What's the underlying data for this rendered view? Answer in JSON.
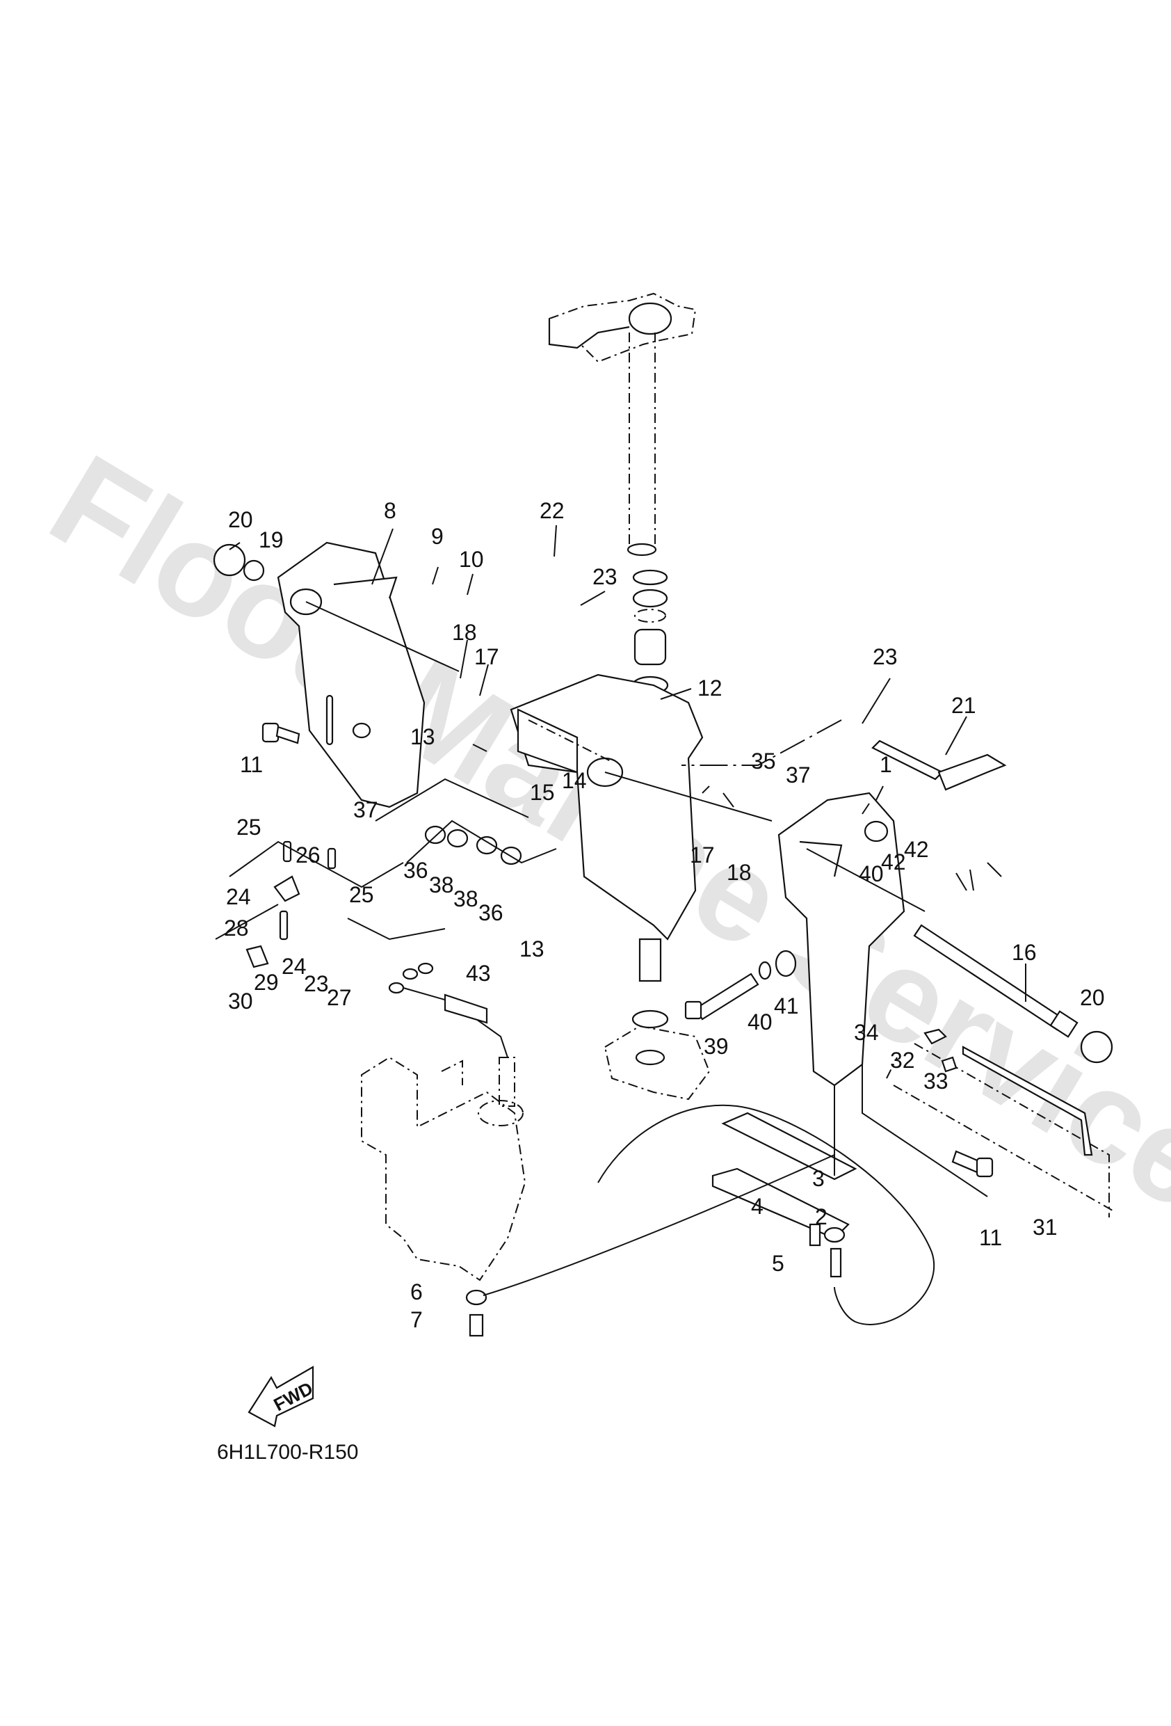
{
  "watermark": "Flood Marine Services",
  "diagram_code": "6H1L700-R150",
  "direction_arrow": "FWD",
  "colors": {
    "ink": "#111111",
    "watermark": "#e4e4e4",
    "background": "#ffffff"
  },
  "callouts": [
    {
      "id": "c20a",
      "num": "20"
    },
    {
      "id": "c19",
      "num": "19"
    },
    {
      "id": "c8",
      "num": "8"
    },
    {
      "id": "c9",
      "num": "9"
    },
    {
      "id": "c10",
      "num": "10"
    },
    {
      "id": "c22",
      "num": "22"
    },
    {
      "id": "c23a",
      "num": "23"
    },
    {
      "id": "c18a",
      "num": "18"
    },
    {
      "id": "c17a",
      "num": "17"
    },
    {
      "id": "c12",
      "num": "12"
    },
    {
      "id": "c23b",
      "num": "23"
    },
    {
      "id": "c21",
      "num": "21"
    },
    {
      "id": "c11a",
      "num": "11"
    },
    {
      "id": "c13a",
      "num": "13"
    },
    {
      "id": "c37a",
      "num": "37"
    },
    {
      "id": "c15",
      "num": "15"
    },
    {
      "id": "c14",
      "num": "14"
    },
    {
      "id": "c35",
      "num": "35"
    },
    {
      "id": "c37b",
      "num": "37"
    },
    {
      "id": "c1",
      "num": "1"
    },
    {
      "id": "c25a",
      "num": "25"
    },
    {
      "id": "c26",
      "num": "26"
    },
    {
      "id": "c25b",
      "num": "25"
    },
    {
      "id": "c24a",
      "num": "24"
    },
    {
      "id": "c36a",
      "num": "36"
    },
    {
      "id": "c38a",
      "num": "38"
    },
    {
      "id": "c38b",
      "num": "38"
    },
    {
      "id": "c36b",
      "num": "36"
    },
    {
      "id": "c17b",
      "num": "17"
    },
    {
      "id": "c18b",
      "num": "18"
    },
    {
      "id": "c40a",
      "num": "40"
    },
    {
      "id": "c42a",
      "num": "42"
    },
    {
      "id": "c42b",
      "num": "42"
    },
    {
      "id": "c28",
      "num": "28"
    },
    {
      "id": "c24b",
      "num": "24"
    },
    {
      "id": "c23c",
      "num": "23"
    },
    {
      "id": "c27",
      "num": "27"
    },
    {
      "id": "c29",
      "num": "29"
    },
    {
      "id": "c30",
      "num": "30"
    },
    {
      "id": "c13b",
      "num": "13"
    },
    {
      "id": "c43",
      "num": "43"
    },
    {
      "id": "c16",
      "num": "16"
    },
    {
      "id": "c20b",
      "num": "20"
    },
    {
      "id": "c39",
      "num": "39"
    },
    {
      "id": "c40b",
      "num": "40"
    },
    {
      "id": "c41",
      "num": "41"
    },
    {
      "id": "c34",
      "num": "34"
    },
    {
      "id": "c32",
      "num": "32"
    },
    {
      "id": "c33",
      "num": "33"
    },
    {
      "id": "c3",
      "num": "3"
    },
    {
      "id": "c2",
      "num": "2"
    },
    {
      "id": "c4",
      "num": "4"
    },
    {
      "id": "c5",
      "num": "5"
    },
    {
      "id": "c11b",
      "num": "11"
    },
    {
      "id": "c31",
      "num": "31"
    },
    {
      "id": "c6",
      "num": "6"
    },
    {
      "id": "c7",
      "num": "7"
    }
  ]
}
